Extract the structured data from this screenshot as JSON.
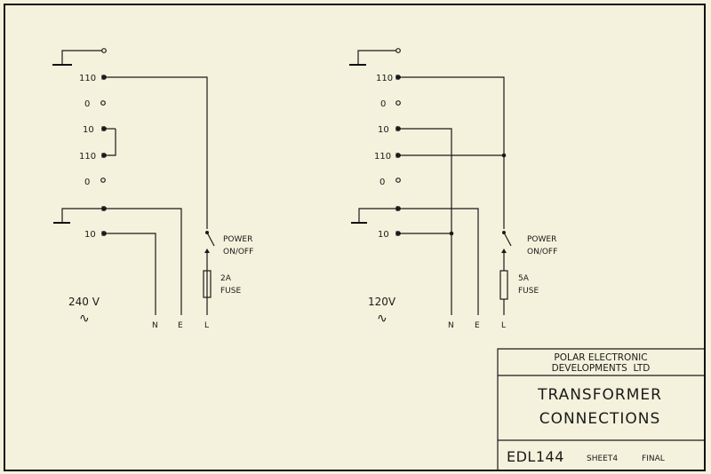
{
  "sheet": {
    "colors": {
      "paper": "#f4f2dc",
      "ink": "#1a1a1a"
    }
  },
  "left_diagram": {
    "voltage": "240 V",
    "ac_symbol": "∿",
    "taps": [
      "110",
      "0",
      "10",
      "110",
      "0",
      "10"
    ],
    "switch_label_1": "POWER",
    "switch_label_2": "ON/OFF",
    "fuse_label_1": "2A",
    "fuse_label_2": "FUSE",
    "mains": [
      "N",
      "E",
      "L"
    ]
  },
  "right_diagram": {
    "voltage": "120V",
    "ac_symbol": "∿",
    "taps": [
      "110",
      "0",
      "10",
      "110",
      "0",
      "10"
    ],
    "switch_label_1": "POWER",
    "switch_label_2": "ON/OFF",
    "fuse_label_1": "5A",
    "fuse_label_2": "FUSE",
    "mains": [
      "N",
      "E",
      "L"
    ]
  },
  "title_block": {
    "company_line_1": "POLAR ELECTRONIC",
    "company_line_2": "DEVELOPMENTS  LTD",
    "title_line_1": "TRANSFORMER",
    "title_line_2": "CONNECTIONS",
    "drawing_number": "EDL144",
    "sheet": "SHEET4",
    "status": "FINAL"
  }
}
